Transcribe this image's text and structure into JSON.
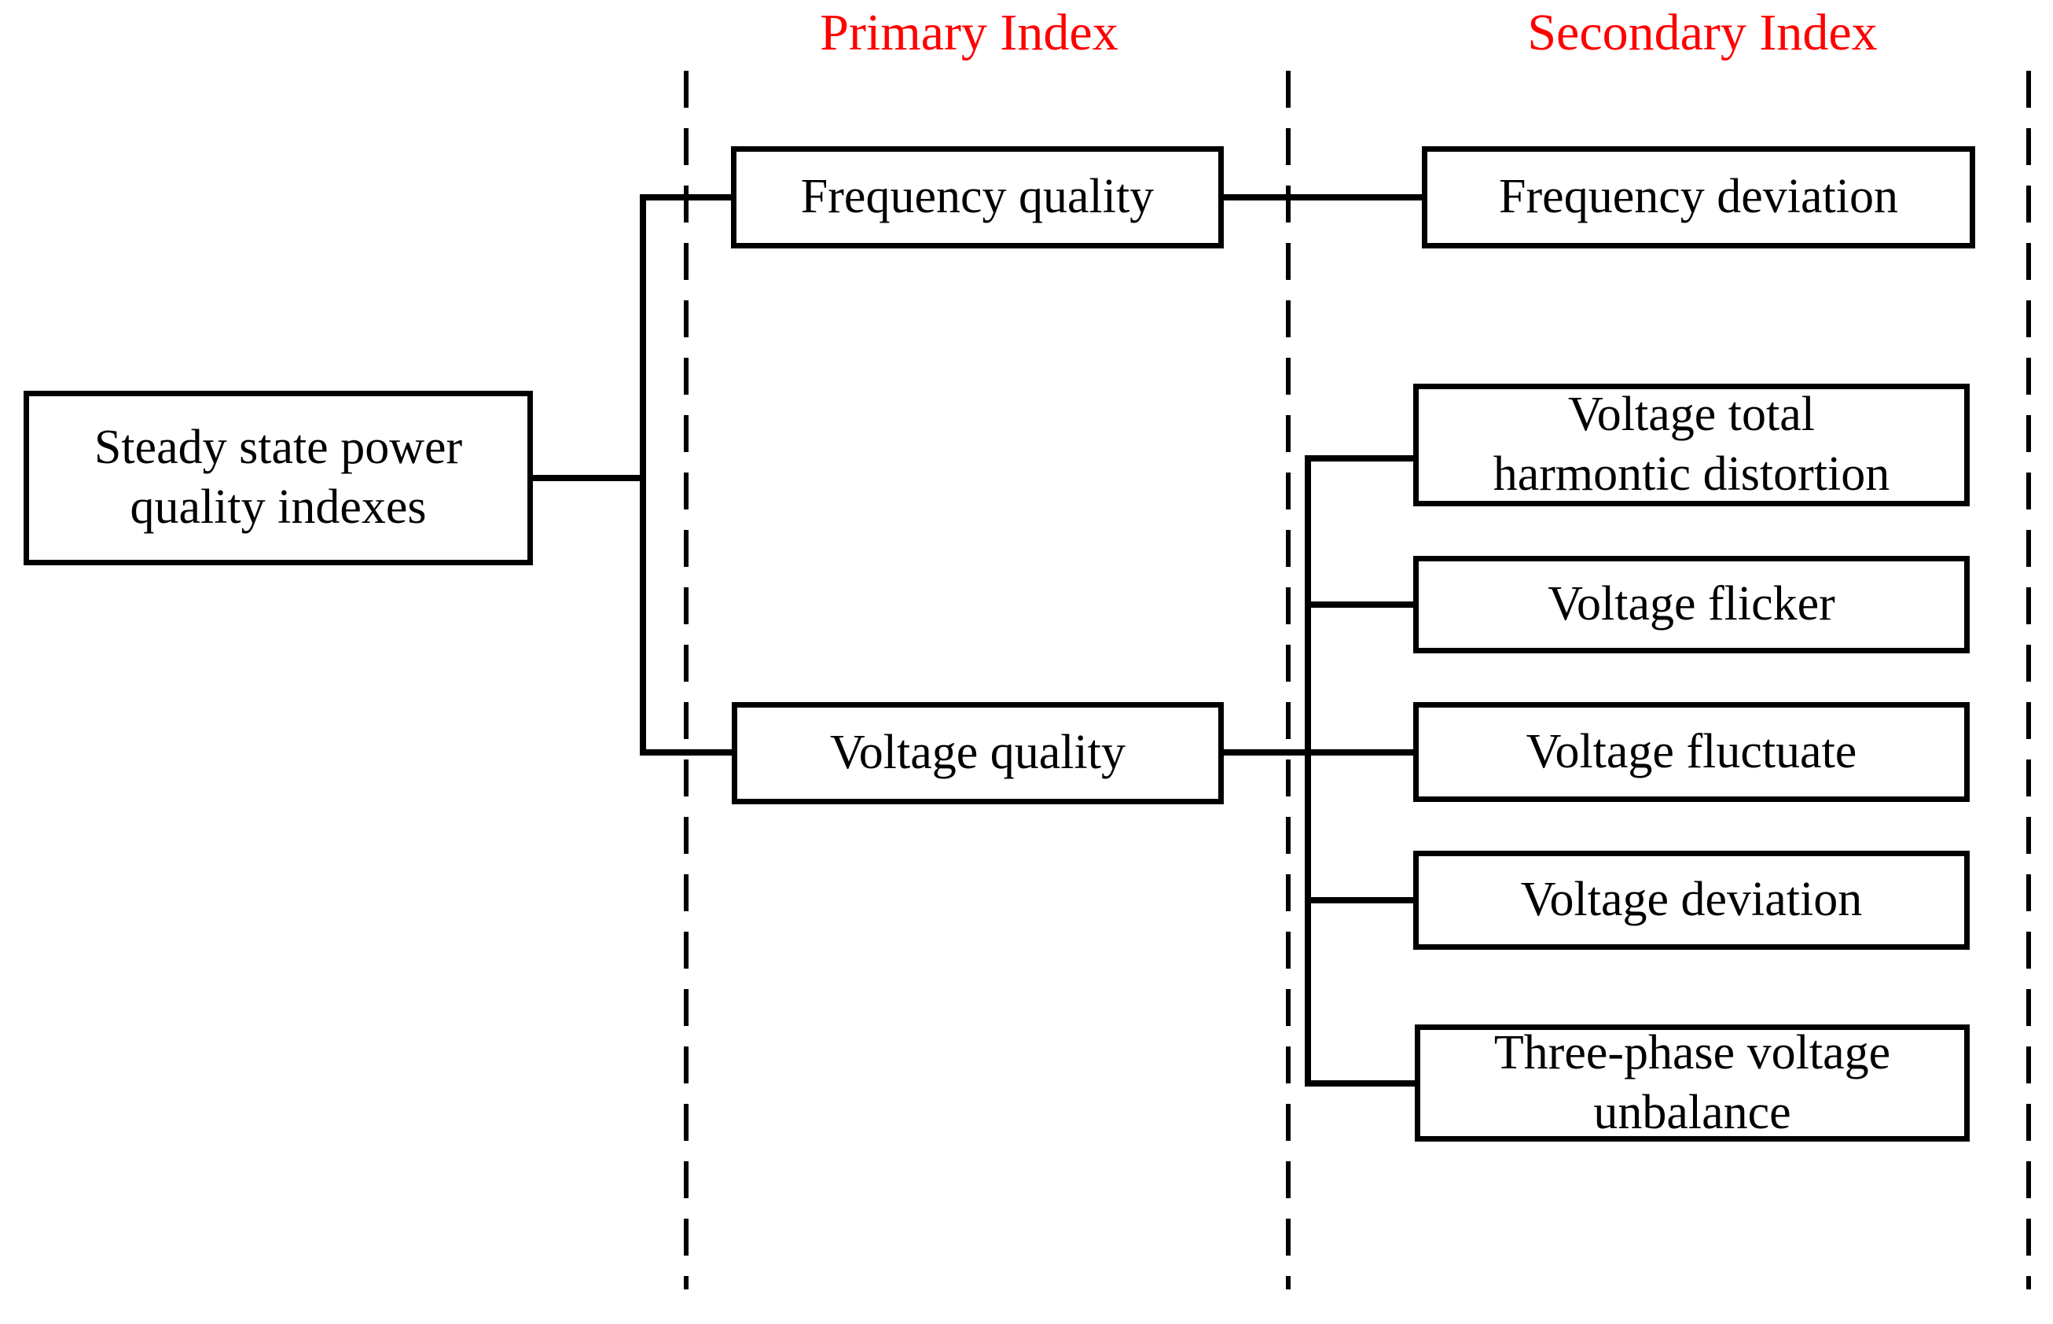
{
  "headers": {
    "primary": "Primary Index",
    "secondary": "Secondary Index"
  },
  "nodes": {
    "root": {
      "lines": [
        "Steady state power",
        "quality indexes"
      ]
    },
    "frequency_quality": {
      "label": "Frequency quality"
    },
    "voltage_quality": {
      "label": "Voltage quality"
    },
    "frequency_deviation": {
      "label": "Frequency deviation"
    },
    "voltage_total_harmonic_distortion": {
      "lines": [
        "Voltage total",
        "harmontic distortion"
      ]
    },
    "voltage_flicker": {
      "label": "Voltage flicker"
    },
    "voltage_fluctuate": {
      "label": "Voltage fluctuate"
    },
    "voltage_deviation": {
      "label": "Voltage deviation"
    },
    "three_phase_voltage_unbalance": {
      "lines": [
        "Three-phase voltage",
        "unbalance"
      ]
    }
  },
  "colors": {
    "header_text": "#FF0000",
    "line": "#000000",
    "box_border": "#000000",
    "box_fill": "#FFFFFF"
  }
}
